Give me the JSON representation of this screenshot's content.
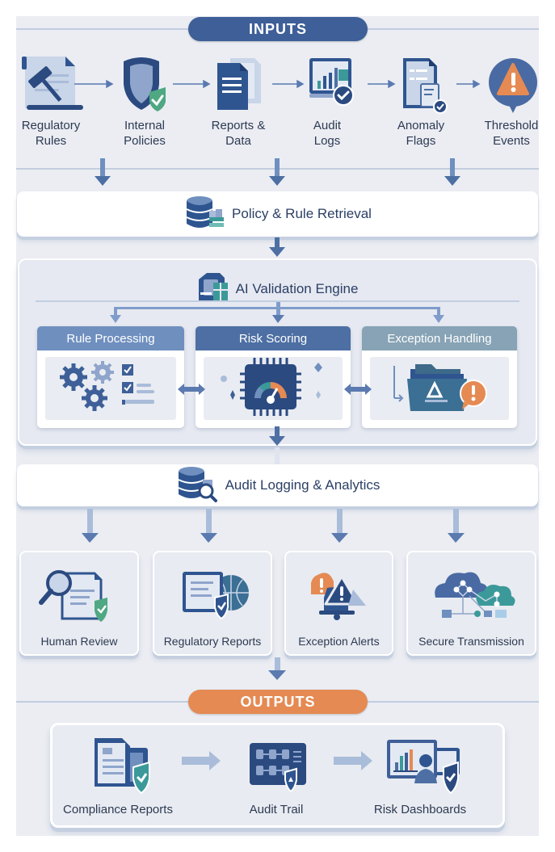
{
  "colors": {
    "navy": "#3e5f98",
    "dark_navy": "#2b4a80",
    "light_blue": "#a9bcd9",
    "teal": "#3b9a99",
    "green": "#4fa882",
    "orange": "#e58a53",
    "background": "#ebedf3"
  },
  "inputs": {
    "title": "INPUTS",
    "items": [
      {
        "label_line1": "Regulatory",
        "label_line2": "Rules",
        "icon": "gavel-document-icon"
      },
      {
        "label_line1": "Internal",
        "label_line2": "Policies",
        "icon": "shield-check-icon"
      },
      {
        "label_line1": "Reports &",
        "label_line2": "Data",
        "icon": "documents-icon"
      },
      {
        "label_line1": "Audit",
        "label_line2": "Logs",
        "icon": "monitor-chart-check-icon"
      },
      {
        "label_line1": "Anomaly",
        "label_line2": "Flags",
        "icon": "document-flag-check-icon"
      },
      {
        "label_line1": "Threshold",
        "label_line2": "Events",
        "icon": "warning-pin-icon"
      }
    ]
  },
  "retrieval": {
    "title": "Policy & Rule Retrieval",
    "icon": "database-icon"
  },
  "engine": {
    "title": "AI Validation Engine",
    "icon": "ai-engine-icon",
    "modules": [
      {
        "title": "Rule Processing",
        "icon": "gears-checklist-icon",
        "header_color": "#6f8fbf"
      },
      {
        "title": "Risk Scoring",
        "icon": "chip-gauge-icon",
        "header_color": "#4d6fa3"
      },
      {
        "title": "Exception Handling",
        "icon": "folder-alert-icon",
        "header_color": "#87a3b5"
      }
    ]
  },
  "logging": {
    "title": "Audit Logging & Analytics",
    "icon": "database-search-icon"
  },
  "destinations": [
    {
      "label": "Human Review",
      "icon": "magnifier-document-icon"
    },
    {
      "label": "Regulatory Reports",
      "icon": "report-globe-shield-icon"
    },
    {
      "label": "Exception Alerts",
      "icon": "bell-warning-icon"
    },
    {
      "label": "Secure Transmission",
      "icon": "cloud-network-icon"
    }
  ],
  "outputs": {
    "title": "OUTPUTS",
    "items": [
      {
        "label": "Compliance Reports",
        "icon": "compliance-report-shield-icon"
      },
      {
        "label": "Audit Trail",
        "icon": "audit-trail-icon"
      },
      {
        "label": "Risk Dashboards",
        "icon": "risk-dashboard-icon"
      }
    ]
  }
}
